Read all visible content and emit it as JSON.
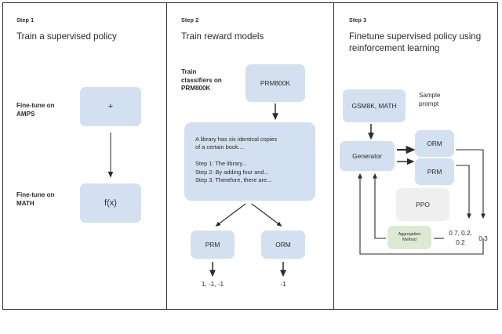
{
  "figure": {
    "panels": [
      {
        "kicker": "Step 1",
        "title": "Train a supervised policy",
        "labels": {
          "finetune_amps": "Fine-tune on\nAMPS",
          "finetune_math": "Fine-tune on\nMATH"
        },
        "boxes": {
          "plus": "+",
          "fx": "f(x)"
        }
      },
      {
        "kicker": "Step 2",
        "title": "Train reward models",
        "labels": {
          "train_classifiers": "Train\nclassifiers on\nPRM800K"
        },
        "boxes": {
          "prm800k": "PRM800K",
          "prm": "PRM",
          "orm": "ORM"
        },
        "solution_text": "A library has six identical copies\nof a certain book....\n\nStep 1: The library...\nStep 2: By adding four and...\nStep 3: Therefore, there are...",
        "outputs": {
          "prm_scores": "1, -1, -1",
          "orm_score": "-1"
        }
      },
      {
        "kicker": "Step 3",
        "title": "Finetune supervised policy using\nreinforcement learning",
        "labels": {
          "sample_prompt": "Sample\nprompt"
        },
        "boxes": {
          "datasets": "GSM8K, MATH",
          "generator": "Generator",
          "orm": "ORM",
          "prm": "PRM",
          "ppo": "PPO",
          "aggregation": "Aggregation\nMethod"
        },
        "outputs": {
          "aggregated_scores": "0.7, 0.2,\n0.2",
          "orm_score": "0.3"
        }
      }
    ]
  },
  "colors": {
    "box_blue": "#d3e0f0",
    "box_gray": "#efeff0",
    "box_green": "#dde9d5",
    "border": "#2b2b2b",
    "text": "#2b2b2b"
  }
}
